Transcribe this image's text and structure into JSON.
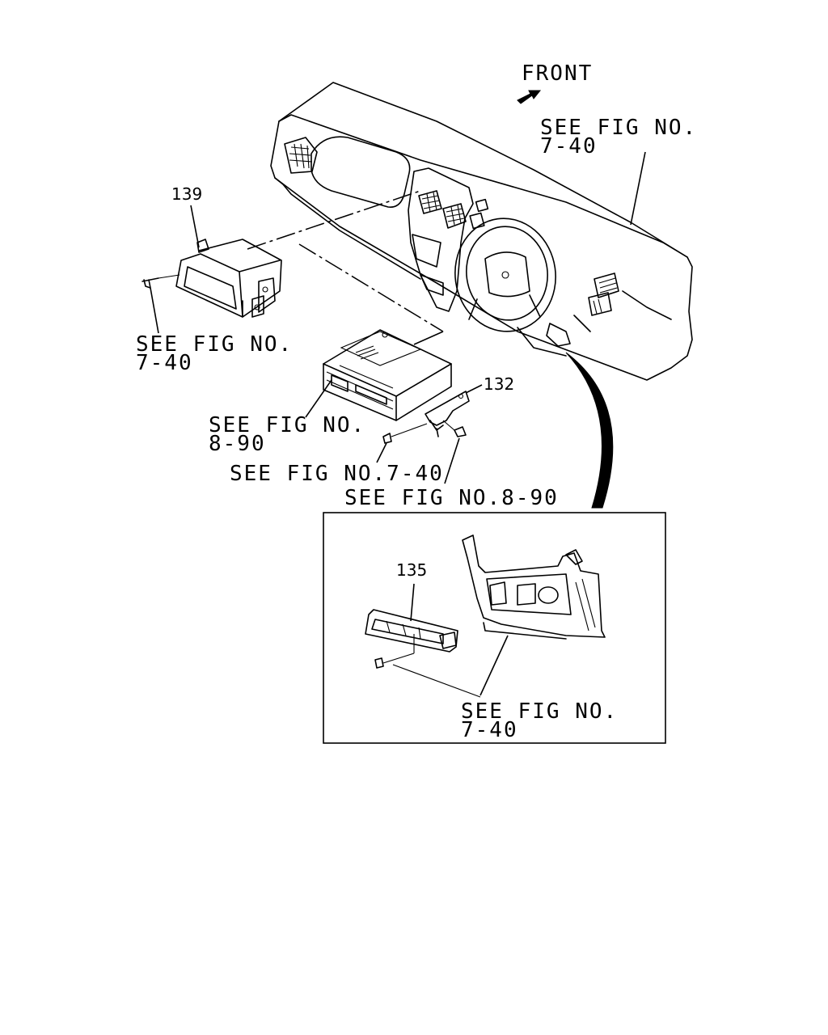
{
  "front_label": "FRONT",
  "parts": {
    "p139": "139",
    "p132": "132",
    "p135": "135"
  },
  "refs": {
    "dash_ref_l1": "SEE FIG NO.",
    "dash_ref_l2": "7-40",
    "bracket_ref_l1": "SEE FIG NO.",
    "bracket_ref_l2": "7-40",
    "radio_ref_l1": "SEE FIG NO.",
    "radio_ref_l2": "8-90",
    "screw_ref": "SEE FIG NO.7-40",
    "screw2_ref": "SEE FIG NO.8-90",
    "inset_ref_l1": "SEE FIG NO.",
    "inset_ref_l2": "7-40"
  }
}
